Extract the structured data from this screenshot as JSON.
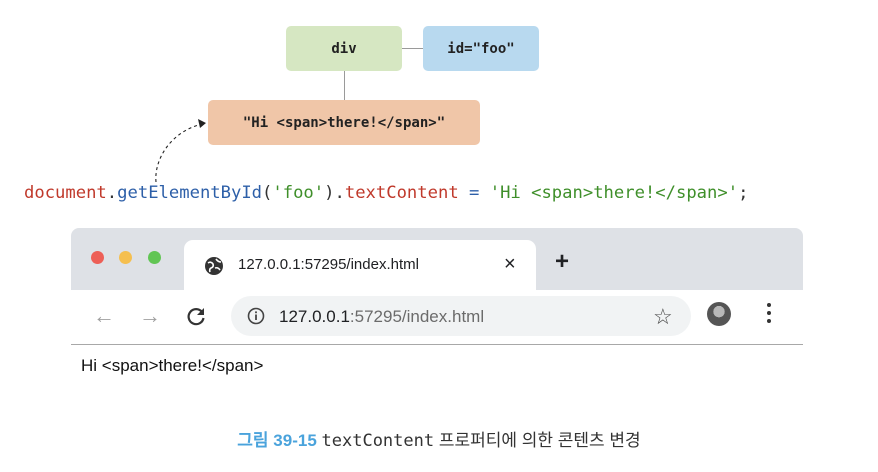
{
  "diagram": {
    "element_node": "div",
    "attribute_node": "id=\"foo\"",
    "text_node": "\"Hi <span>there!</span>\""
  },
  "code": {
    "object": "document",
    "dot1": ".",
    "method": "getElementById",
    "open_paren": "(",
    "arg": "'foo'",
    "close_paren_dot": ").",
    "property": "textContent",
    "assign": " = ",
    "value": "'Hi <span>there!</span>'",
    "semicolon": ";"
  },
  "browser": {
    "tab_title": "127.0.0.1:57295/index.html",
    "tab_close": "×",
    "new_tab": "+",
    "back": "←",
    "forward": "→",
    "url_host": "127.0.0.1",
    "url_rest": ":57295/index.html",
    "star": "☆",
    "page_text": "Hi <span>there!</span>",
    "icons": [
      "globe-icon",
      "reload-icon",
      "info-icon",
      "star-icon",
      "avatar",
      "menu-icon"
    ],
    "colors": {
      "red": "#ed5f57",
      "yellow": "#f5bf4f",
      "green": "#61c554"
    }
  },
  "caption": {
    "label": "그림 39-15",
    "code": "textContent",
    "text": " 프로퍼티에 의한 콘텐츠 변경"
  }
}
